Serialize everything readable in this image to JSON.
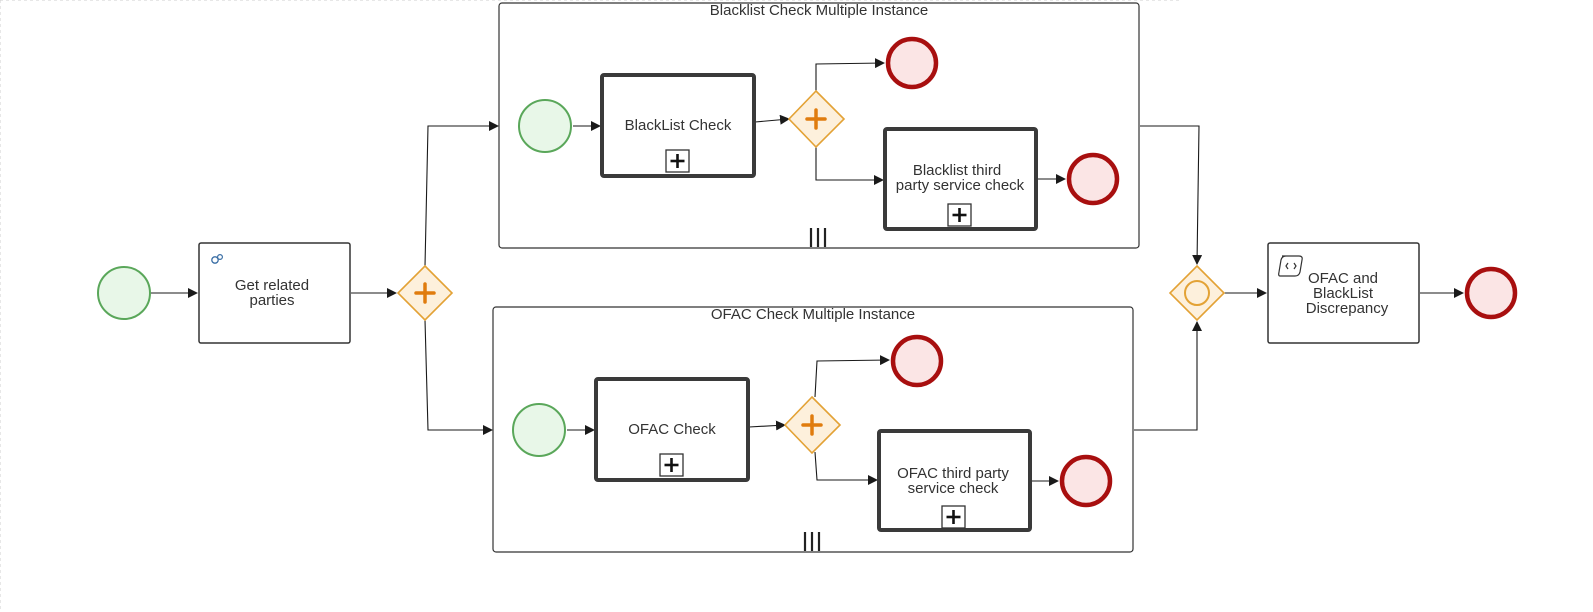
{
  "diagram": {
    "start_event": {},
    "task_get_parties": {
      "line1": "Get related",
      "line2": "parties"
    },
    "gateway_split": {},
    "subprocess_blacklist": {
      "title": "Blacklist Check Multiple Instance",
      "start_event": {},
      "task": {
        "label": "BlackList Check"
      },
      "gateway": {},
      "end_event_1": {},
      "task_third_party": {
        "line1": "Blacklist third",
        "line2": "party service check"
      },
      "end_event_2": {}
    },
    "subprocess_ofac": {
      "title": "OFAC Check Multiple Instance",
      "start_event": {},
      "task": {
        "label": "OFAC Check"
      },
      "gateway": {},
      "end_event_1": {},
      "task_third_party": {
        "line1": "OFAC third party",
        "line2": "service check"
      },
      "end_event_2": {}
    },
    "gateway_join": {},
    "task_discrepancy": {
      "line1": "OFAC and",
      "line2": "BlackList",
      "line3": "Discrepancy"
    },
    "end_event": {}
  },
  "colors": {
    "start_fill": "#e8f7e8",
    "start_stroke": "#5aa75a",
    "end_fill": "#fbe5e5",
    "end_stroke": "#a80f0f",
    "gateway_fill": "#fdf0dc",
    "gateway_stroke": "#e3a235",
    "gateway_marker": "#e07c0e",
    "task_stroke": "#3a3a3a",
    "edge": "#1a1a1a"
  }
}
